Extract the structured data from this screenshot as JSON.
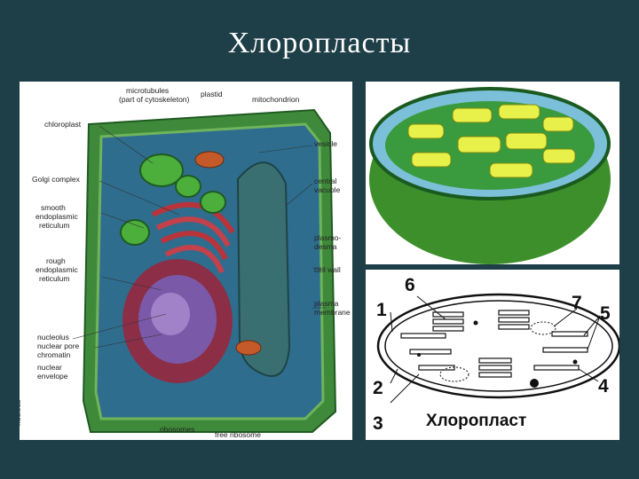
{
  "title": "Хлоропласты",
  "cell_labels": {
    "microtubules": "microtubules",
    "microtubules2": "(part of cytoskeleton)",
    "plastid": "plastid",
    "mitochondrion": "mitochondrion",
    "chloroplast": "chloroplast",
    "vesicle": "vesicle",
    "golgi": "Golgi complex",
    "central1": "central",
    "central2": "vacuole",
    "ser1": "smooth",
    "ser2": "endoplasmic",
    "ser3": "reticulum",
    "plasmo1": "plasmo-",
    "plasmo2": "desma",
    "rer1": "rough",
    "rer2": "endoplasmic",
    "rer3": "reticulum",
    "cellwall": "cell wall",
    "pm1": "plasma",
    "pm2": "membrane",
    "nucleolus": "nucleolus",
    "pore": "nuclear pore",
    "chromatin": "chromatin",
    "env1": "nuclear",
    "env2": "envelope",
    "nucleus": "nucleus",
    "ribosomes": "ribosomes",
    "free": "free ribosome"
  },
  "scheme": {
    "n1": "1",
    "n2": "2",
    "n3": "3",
    "n4": "4",
    "n5": "5",
    "n6": "6",
    "n7": "7",
    "caption": "Хлоропласт"
  },
  "colors": {
    "background": "#1e3f48",
    "cell_wall": "#3f8a3a",
    "cytoplasm": "#2e6d8e",
    "vacuole": "#3a6f72",
    "chloroplast": "#4caf3c",
    "grana": "#e8f04a"
  }
}
